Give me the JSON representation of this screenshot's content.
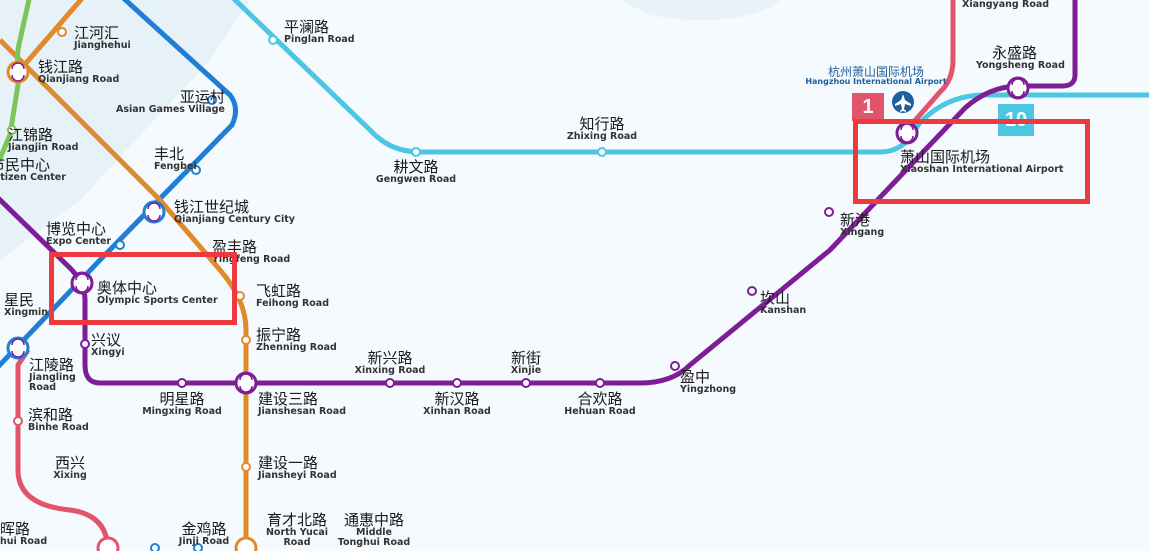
{
  "line_colors": {
    "line1": "#e2546c",
    "line4": "#7cc55b",
    "line6": "#1f7fd6",
    "line7": "#7d1e96",
    "line10": "#4cc6e2",
    "line5": "#e08a2a",
    "line_yellow": "#e99a2b",
    "highlight": "#ee3a3f"
  },
  "badges": {
    "line1": "1",
    "line10": "10"
  },
  "airport_label": {
    "cn": "杭州萧山国际机场",
    "en": "Hangzhou International Airport",
    "icon": "airplane-icon"
  },
  "stations": [
    {
      "key": "xiangyang",
      "cn": "",
      "en": "Xiangyang Road"
    },
    {
      "key": "jianghehui",
      "cn": "江河汇",
      "en": "Jianghehui"
    },
    {
      "key": "qianjiang",
      "cn": "钱江路",
      "en": "Qianjiang Road"
    },
    {
      "key": "asiangames",
      "cn": "亚运村",
      "en": "Asian Games Village"
    },
    {
      "key": "jiangjin",
      "cn": "江锦路",
      "en": "Jiangjin Road"
    },
    {
      "key": "citizen",
      "cn": "市民中心",
      "en": "Citizen Center"
    },
    {
      "key": "fengbei",
      "cn": "丰北",
      "en": "Fengbei"
    },
    {
      "key": "qjcentury",
      "cn": "钱江世纪城",
      "en": "Qianjiang Century City"
    },
    {
      "key": "expo",
      "cn": "博览中心",
      "en": "Expo Center"
    },
    {
      "key": "yingfeng",
      "cn": "盈丰路",
      "en": "Yingfeng Road"
    },
    {
      "key": "olympic",
      "cn": "奥体中心",
      "en": "Olympic Sports Center"
    },
    {
      "key": "feihong",
      "cn": "飞虹路",
      "en": "Feihong Road"
    },
    {
      "key": "xingmin",
      "cn": "星民",
      "en": "Xingmin"
    },
    {
      "key": "xingyi",
      "cn": "兴议",
      "en": "Xingyi"
    },
    {
      "key": "zhenning",
      "cn": "振宁路",
      "en": "Zhenning Road"
    },
    {
      "key": "jiangling",
      "cn": "江陵路",
      "en": "Jiangling Road"
    },
    {
      "key": "mingxing",
      "cn": "明星路",
      "en": "Mingxing Road"
    },
    {
      "key": "jianshesan",
      "cn": "建设三路",
      "en": "Jianshesan Road"
    },
    {
      "key": "xinxing",
      "cn": "新兴路",
      "en": "Xinxing Road"
    },
    {
      "key": "xinhan",
      "cn": "新汉路",
      "en": "Xinhan Road"
    },
    {
      "key": "xinjie",
      "cn": "新街",
      "en": "Xinjie"
    },
    {
      "key": "hehuan",
      "cn": "合欢路",
      "en": "Hehuan Road"
    },
    {
      "key": "yingzhong",
      "cn": "盈中",
      "en": "Yingzhong"
    },
    {
      "key": "kanshan",
      "cn": "坎山",
      "en": "Kanshan"
    },
    {
      "key": "xingang",
      "cn": "新港",
      "en": "Xingang"
    },
    {
      "key": "airport",
      "cn": "萧山国际机场",
      "en": "Xiaoshan International Airport"
    },
    {
      "key": "yongsheng",
      "cn": "永盛路",
      "en": "Yongsheng Road"
    },
    {
      "key": "pinglan",
      "cn": "平澜路",
      "en": "Pinglan Road"
    },
    {
      "key": "zhixing",
      "cn": "知行路",
      "en": "Zhixing Road"
    },
    {
      "key": "gengwen",
      "cn": "耕文路",
      "en": "Gengwen Road"
    },
    {
      "key": "binhe",
      "cn": "滨和路",
      "en": "Binhe Road"
    },
    {
      "key": "jiansheyi",
      "cn": "建设一路",
      "en": "Jiansheyi Road"
    },
    {
      "key": "xixing",
      "cn": "西兴",
      "en": "Xixing"
    },
    {
      "key": "huihui",
      "cn": "晖路",
      "en": "hui Road"
    },
    {
      "key": "jinji",
      "cn": "金鸡路",
      "en": "Jinji Road"
    },
    {
      "key": "northyucai",
      "cn": "育才北路",
      "en": "North Yucai Road"
    },
    {
      "key": "middletonghui",
      "cn": "通惠中路",
      "en": "Middle Tonghui Road"
    }
  ]
}
